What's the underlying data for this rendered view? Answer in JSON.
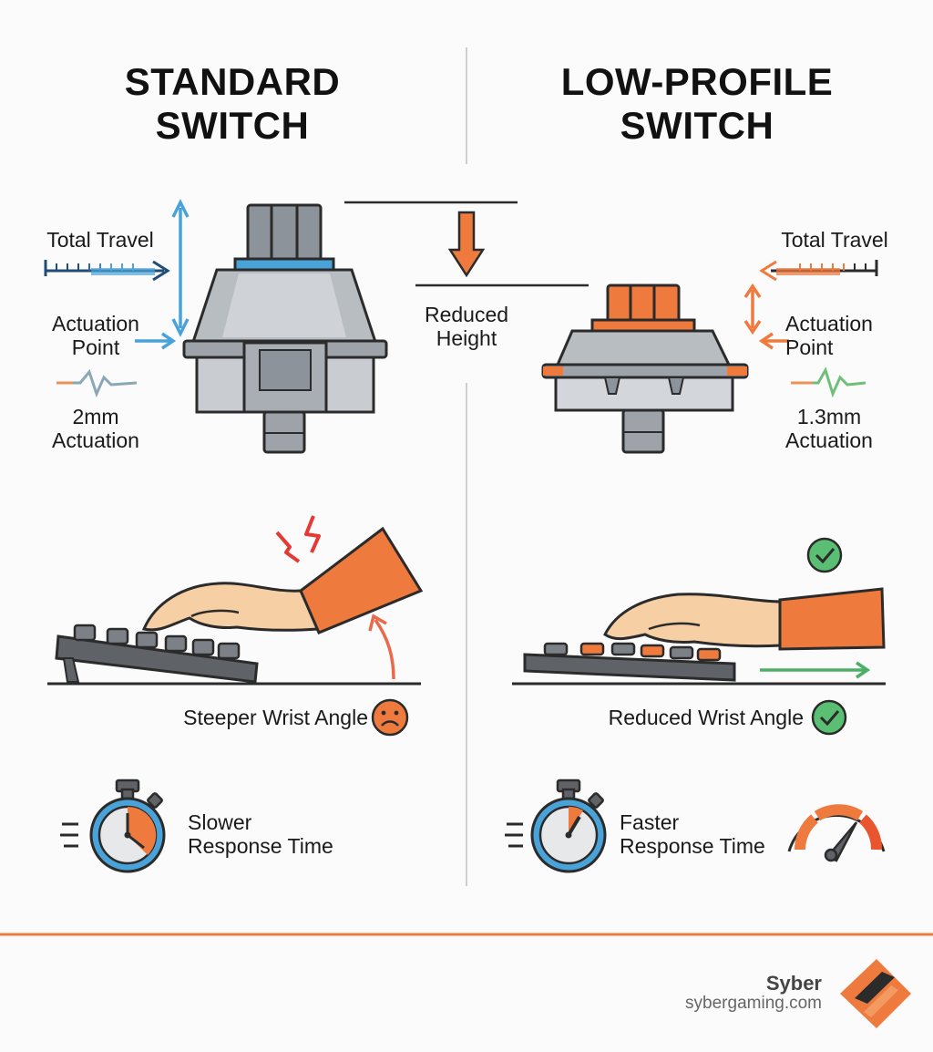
{
  "standard": {
    "title_line1": "STANDARD",
    "title_line2": "SWITCH",
    "total_travel": "Total Travel",
    "actuation_point_line1": "Actuation",
    "actuation_point_line2": "Point",
    "actuation_line1": "2mm",
    "actuation_line2": "Actuation",
    "wrist_label": "Steeper Wrist Angle",
    "response_line1": "Slower",
    "response_line2": "Response Time"
  },
  "low_profile": {
    "title_line1": "LOW-PROFILE",
    "title_line2": "SWITCH",
    "total_travel": "Total Travel",
    "actuation_point_line1": "Actuation",
    "actuation_point_line2": "Point",
    "actuation_line1": "1.3mm",
    "actuation_line2": "Actuation",
    "wrist_label": "Reduced Wrist Angle",
    "response_line1": "Faster",
    "response_line2": "Response Time"
  },
  "center": {
    "reduced_line1": "Reduced",
    "reduced_line2": "Height"
  },
  "brand": {
    "name": "Syber",
    "url": "sybergaming.com"
  },
  "colors": {
    "accent_orange": "#ee7a3e",
    "accent_blue": "#4aa3d8",
    "gray": "#9aa0a6",
    "dark_gray": "#5f6368",
    "green": "#4caf68",
    "red": "#e53935",
    "skin": "#f7cfa4"
  },
  "icons": [
    "lightning-icon",
    "check-circle-icon",
    "sad-face-icon",
    "stopwatch-icon",
    "speedometer-icon",
    "syber-logo-icon"
  ]
}
